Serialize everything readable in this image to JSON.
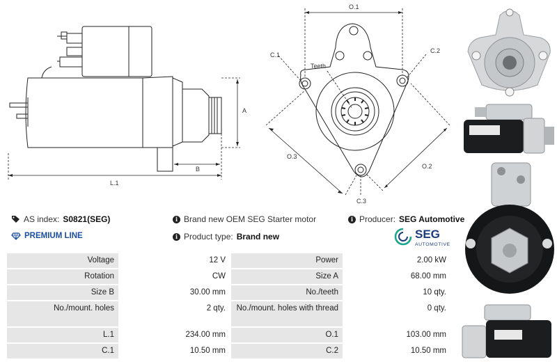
{
  "drawing": {
    "labels": {
      "a": "A",
      "b": "B",
      "l1": "L.1",
      "o1": "O.1",
      "o2": "O.2",
      "o3": "O.3",
      "c1": "C.1",
      "c2": "C.2",
      "c3": "C.3",
      "teeth": "Teeth"
    }
  },
  "info": {
    "as_index_label": "AS index:",
    "as_index_value": "S0821(SEG)",
    "description": "Brand new OEM SEG Starter motor",
    "producer_label": "Producer:",
    "producer_value": "SEG Automotive",
    "premium_line": "PREMIUM LINE",
    "product_type_label": "Product type:",
    "product_type_value": "Brand new"
  },
  "logo": {
    "name": "SEG",
    "sub": "AUTOMOTIVE",
    "accent": "#1aa58f",
    "text_color": "#1a3d7c"
  },
  "specs": [
    {
      "l1": "Voltage",
      "v1": "12 V",
      "l2": "Power",
      "v2": "2.00 kW"
    },
    {
      "l1": "Rotation",
      "v1": "CW",
      "l2": "Size A",
      "v2": "68.00 mm"
    },
    {
      "l1": "Size B",
      "v1": "30.00 mm",
      "l2": "No./teeth",
      "v2": "10 qty."
    },
    {
      "l1": "No./mount. holes",
      "v1": "2 qty.",
      "l2": "No./mount. holes with thread",
      "v2": "0 qty."
    },
    {
      "l1": "L.1",
      "v1": "234.00 mm",
      "l2": "O.1",
      "v2": "103.00 mm"
    },
    {
      "l1": "C.1",
      "v1": "10.50 mm",
      "l2": "C.2",
      "v2": "10.50 mm"
    }
  ]
}
